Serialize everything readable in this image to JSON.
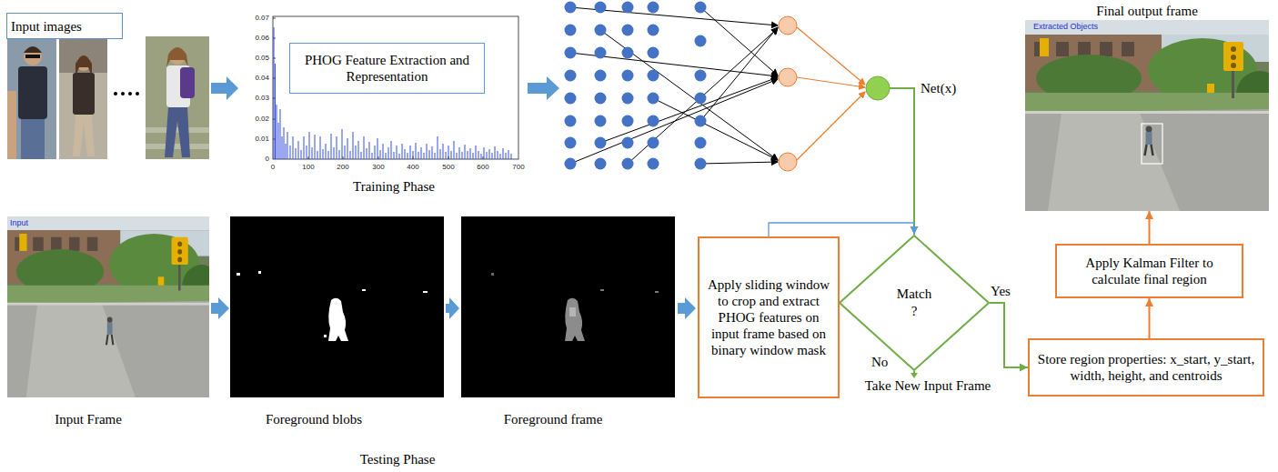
{
  "diagram": {
    "nodes": [
      {
        "text": [
          "Input images"
        ]
      },
      {
        "text": [
          "PHOG Feature Extraction and Representation"
        ]
      },
      {
        "text": [
          "Final output frame"
        ]
      },
      {
        "text": [
          "Apply sliding window to crop and extract PHOG features on input frame based on binary window mask"
        ]
      },
      {
        "text": [
          "Match ?"
        ]
      },
      {
        "text": [
          "Apply Kalman Filter to calculate final region"
        ]
      },
      {
        "text": [
          "Store region properties: x_start, y_start, width, height, and centroids"
        ]
      }
    ],
    "edges": [
      {
        "from": 3,
        "to": 4,
        "arrow": "to"
      },
      {
        "from": 4,
        "to": 6,
        "arrow": "to",
        "label": "Yes"
      },
      {
        "from": 6,
        "to": 5,
        "arrow": "to"
      },
      {
        "from": 5,
        "to": 2,
        "arrow": "to"
      }
    ],
    "labels": [
      "0.07",
      "0.06",
      "0.05",
      "0.04",
      "0.03",
      "0.02",
      "0.01",
      "0",
      "0",
      "100",
      "200",
      "300",
      "400",
      "500",
      "600",
      "700",
      "Training Phase",
      "Net(x)",
      "No",
      "Take New Input Frame",
      "Input",
      "Input Frame",
      "Foreground blobs",
      "Foreground frame",
      "Testing Phase",
      "Extracted Objects"
    ]
  }
}
